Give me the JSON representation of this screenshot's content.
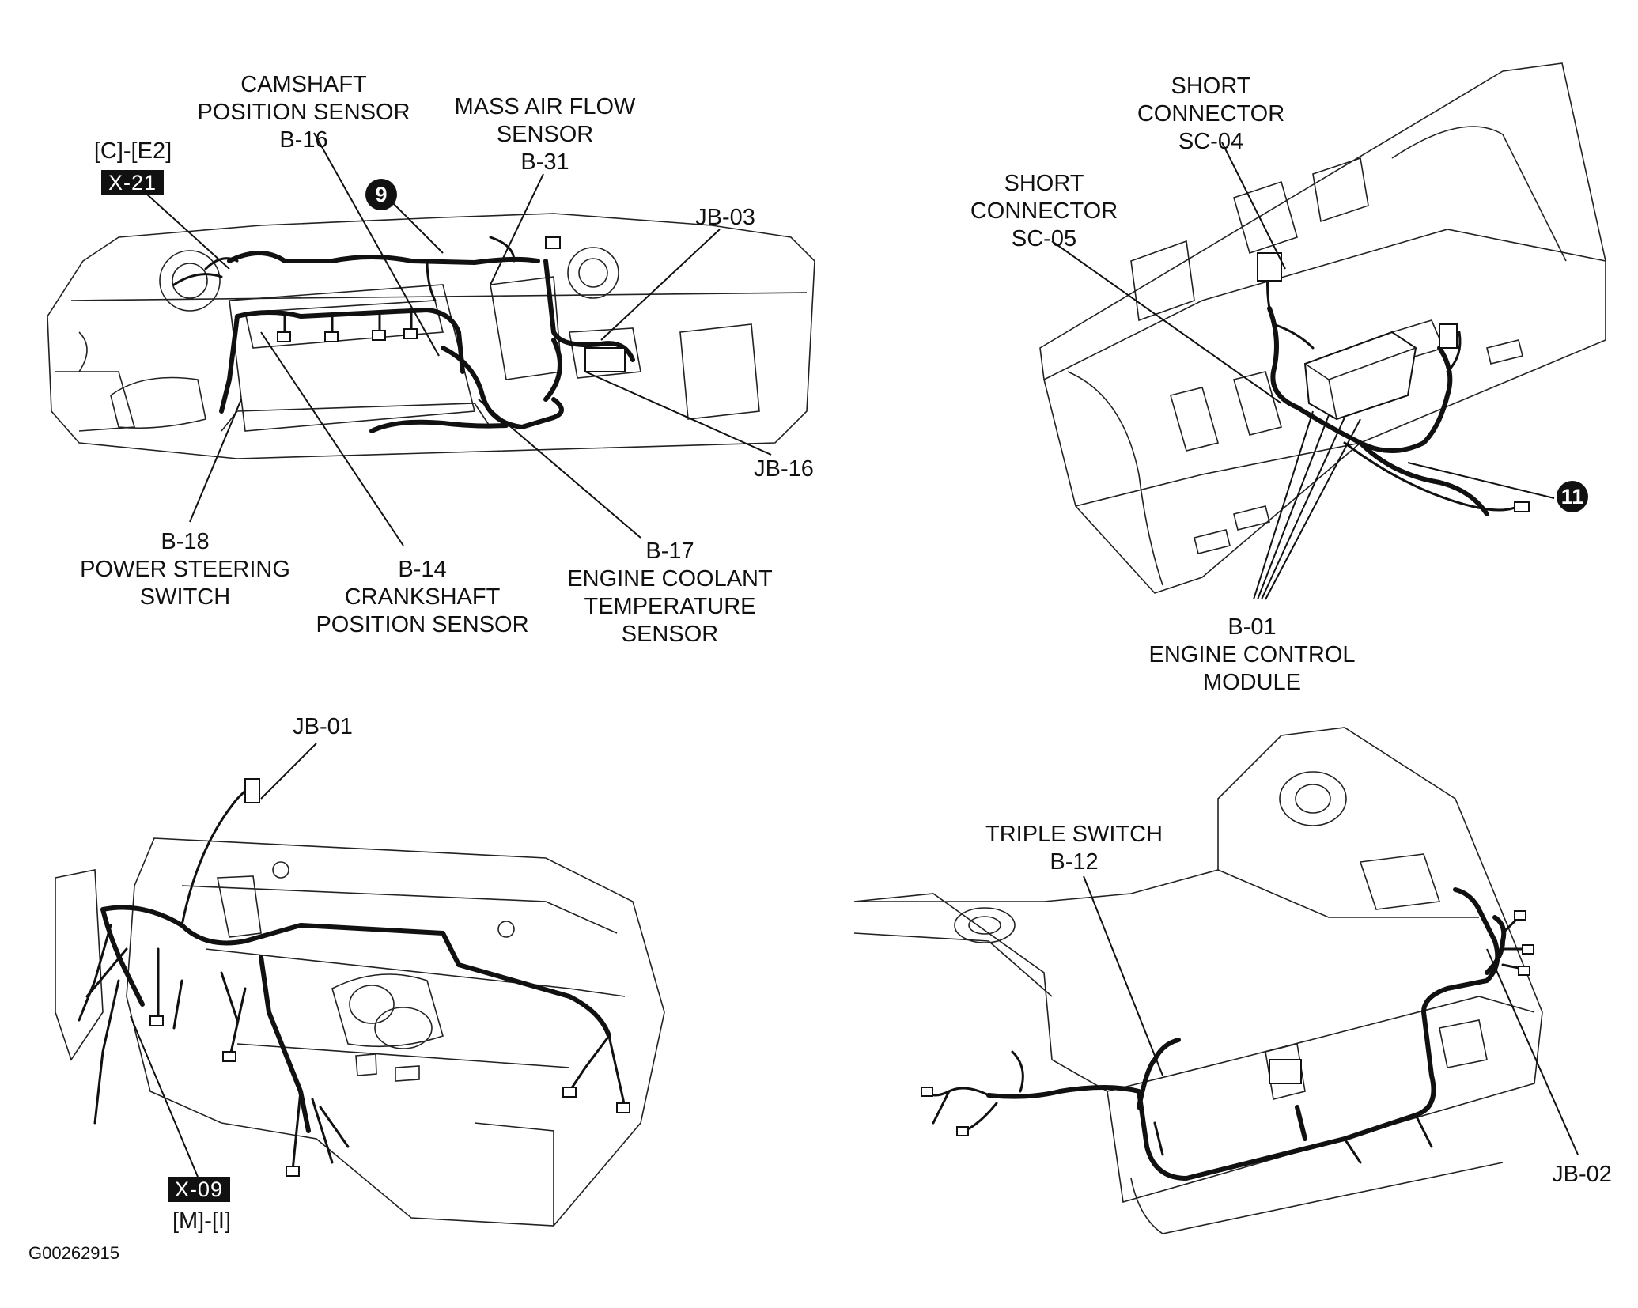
{
  "figure_id": "G00262915",
  "panels": {
    "engine_room": {
      "labels": {
        "camshaft": "CAMSHAFT\nPOSITION SENSOR\nB-16",
        "maf": "MASS AIR FLOW\nSENSOR\nB-31",
        "connector_ref": "[C]-[E2]",
        "connector_tag": "X-21",
        "callout_num": "9",
        "jb03": "JB-03",
        "jb16": "JB-16",
        "b18": "B-18\nPOWER STEERING\nSWITCH",
        "b14": "B-14\nCRANKSHAFT\nPOSITION SENSOR",
        "b17": "B-17\nENGINE COOLANT\nTEMPERATURE\nSENSOR"
      }
    },
    "ecm_area": {
      "labels": {
        "sc04": "SHORT\nCONNECTOR\nSC-04",
        "sc05": "SHORT\nCONNECTOR\nSC-05",
        "callout_num": "11",
        "b01": "B-01\nENGINE CONTROL\nMODULE"
      }
    },
    "instrument_panel": {
      "labels": {
        "jb01": "JB-01",
        "connector_tag": "X-09",
        "connector_ref": "[M]-[I]"
      }
    },
    "front_end": {
      "labels": {
        "triple_switch": "TRIPLE SWITCH\nB-12",
        "jb02": "JB-02"
      }
    }
  }
}
